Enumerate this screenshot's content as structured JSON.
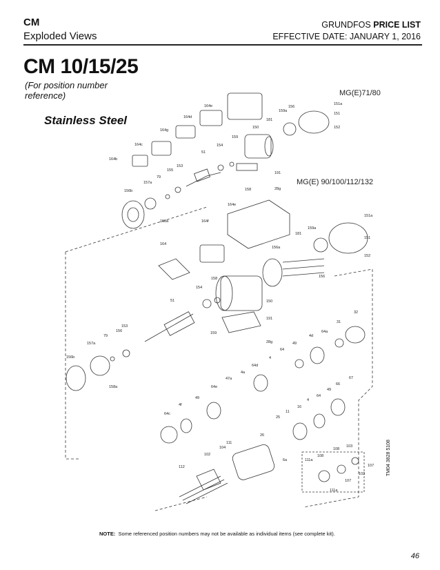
{
  "header": {
    "section_code": "CM",
    "section_name": "Exploded Views",
    "brand": "GRUNDFOS",
    "doc_type": "PRICE LIST",
    "effective": "EFFECTIVE DATE:  JANUARY 1, 2016"
  },
  "title": "CM 10/15/25",
  "subtitle": "(For position number reference)",
  "section": "Stainless Steel",
  "motor_groups": {
    "upper": "MG(E)71/80",
    "lower": "MG(E) 90/100/112/132"
  },
  "drawing_ref": "TM04 3828 5108",
  "note": {
    "label": "NOTE:",
    "text": "Some referenced position numbers may not be available as individual items (see complete kit)."
  },
  "page_number": "46",
  "position_labels": {
    "upper": [
      "164e",
      "164d",
      "164g",
      "164c",
      "164b",
      "181",
      "156",
      "151a",
      "159a",
      "151",
      "152",
      "150",
      "159",
      "154",
      "51",
      "155",
      "153",
      "79",
      "157a",
      "156b",
      "158a",
      "191",
      "158",
      "28g"
    ],
    "middle": [
      "164e",
      "164f",
      "164",
      "151a",
      "159a",
      "181",
      "151",
      "152",
      "156a",
      "156",
      "158",
      "154",
      "150",
      "51",
      "191",
      "159",
      "28g",
      "153",
      "79",
      "156",
      "157a",
      "156b",
      "158a"
    ],
    "lower": [
      "31",
      "32",
      "64a",
      "4d",
      "49",
      "64",
      "4",
      "64d",
      "4a",
      "47a",
      "64e",
      "49",
      "4f",
      "64c",
      "67",
      "66",
      "49",
      "64",
      "4",
      "16",
      "11",
      "25",
      "6a",
      "26",
      "111",
      "104",
      "102",
      "112",
      "108",
      "103",
      "107",
      "111a"
    ]
  }
}
